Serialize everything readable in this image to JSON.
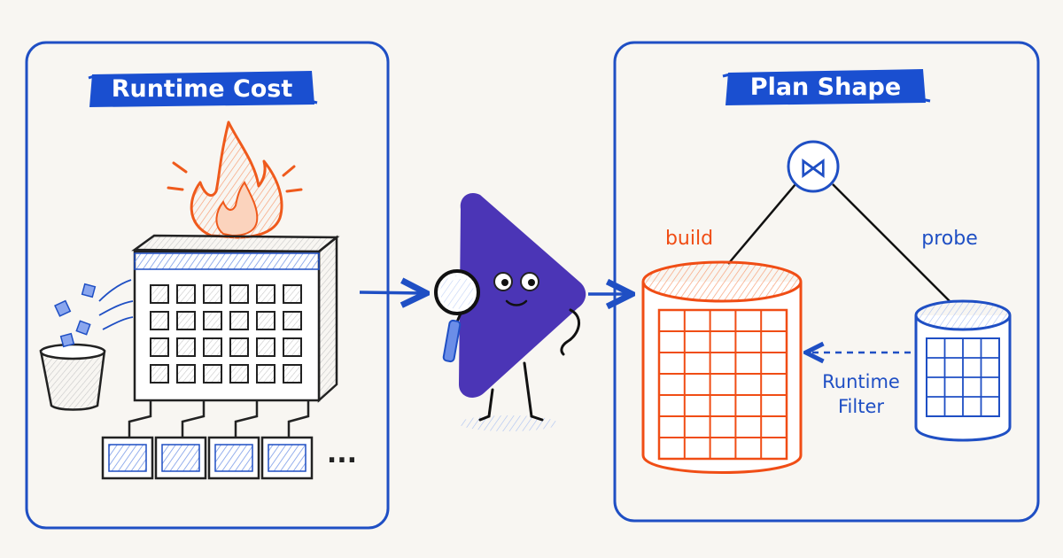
{
  "left_panel": {
    "title": "Runtime Cost",
    "ellipsis": "..."
  },
  "right_panel": {
    "title": "Plan Shape",
    "join_symbol": "⋈",
    "build_label": "build",
    "probe_label": "probe",
    "filter_label_line1": "Runtime",
    "filter_label_line2": "Filter"
  },
  "colors": {
    "frame_blue": "#1f4fc4",
    "banner_blue": "#1a4fd0",
    "flame_orange": "#ef5a1c",
    "build_orange": "#f04d15",
    "mascot_purple": "#4b35b6",
    "ink": "#222222",
    "cell_blue": "#6b8ee8",
    "background": "#f8f6f2"
  },
  "icons": [
    "flame-icon",
    "trash-bin-icon",
    "magnifying-glass-icon",
    "join-icon",
    "arrow-right-icon",
    "dashed-arrow-left-icon"
  ]
}
